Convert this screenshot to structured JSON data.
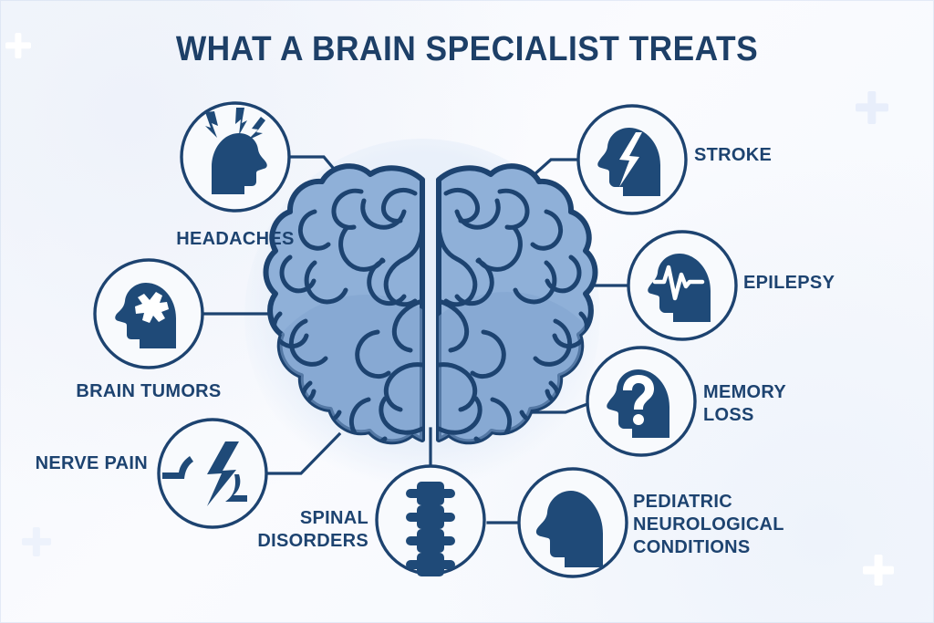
{
  "page": {
    "title": "WHAT A BRAIN SPECIALIST TREATS",
    "center_graphic": "brain-top-view"
  },
  "colors": {
    "background": "#f7f9fd",
    "navy": "#1d4370",
    "navy_dark": "#17395f",
    "brain_fill": "#8fb0d8",
    "brain_shadow": "#7fa1cd",
    "halo": "#e8eff9",
    "icon_fill": "#1f4a78",
    "white": "#ffffff"
  },
  "nodes": [
    {
      "id": "headaches",
      "label": "HEADACHES",
      "icon": "head-lightning-pain-icon",
      "side": "left",
      "label_align": "center"
    },
    {
      "id": "brain-tumors",
      "label": "BRAIN TUMORS",
      "icon": "head-tumor-icon",
      "side": "left",
      "label_align": "center"
    },
    {
      "id": "nerve-pain",
      "label": "NERVE PAIN",
      "icon": "nerve-bolt-icon",
      "side": "left",
      "label_align": "right"
    },
    {
      "id": "spinal-disorders",
      "label": "SPINAL\nDISORDERS",
      "icon": "spine-vertebrae-icon",
      "side": "bottom",
      "label_align": "right"
    },
    {
      "id": "pediatric-neurological-conditions",
      "label": "PEDIATRIC\nNEUROLOGICAL\nCONDITIONS",
      "icon": "child-head-icon",
      "side": "right",
      "label_align": "left"
    },
    {
      "id": "memory-loss",
      "label": "MEMORY\nLOSS",
      "icon": "head-question-mark-icon",
      "side": "right",
      "label_align": "left"
    },
    {
      "id": "epilepsy",
      "label": "EPILEPSY",
      "icon": "head-ekg-wave-icon",
      "side": "right",
      "label_align": "left"
    },
    {
      "id": "stroke",
      "label": "STROKE",
      "icon": "head-bolt-icon",
      "side": "right",
      "label_align": "left"
    }
  ],
  "decor": {
    "crosses": [
      "cross-top-left",
      "cross-top-right",
      "cross-bottom-left",
      "cross-bottom-right"
    ]
  }
}
